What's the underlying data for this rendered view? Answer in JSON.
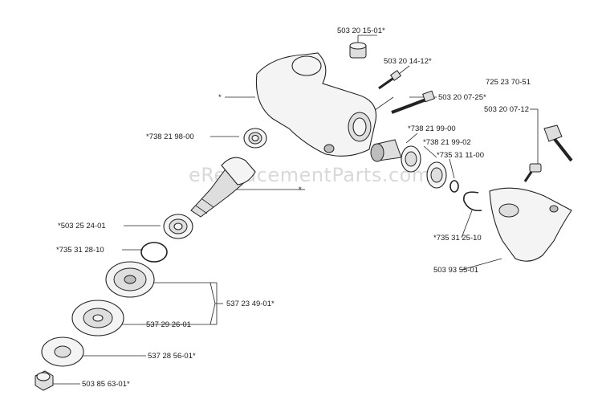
{
  "diagram": {
    "watermark": "eReplacementParts.com",
    "labels": [
      {
        "id": "p1",
        "text": "503 20 15-01*"
      },
      {
        "id": "p2",
        "text": "503 20 14-12*"
      },
      {
        "id": "p3",
        "text": "725 23 70-51"
      },
      {
        "id": "p4",
        "text": "*"
      },
      {
        "id": "p5",
        "text": "503 20 07-25*"
      },
      {
        "id": "p6",
        "text": "503 20 07-12"
      },
      {
        "id": "p7",
        "text": "*738 21 98-00"
      },
      {
        "id": "p8",
        "text": "*738 21 99-00"
      },
      {
        "id": "p9",
        "text": "*738 21 99-02"
      },
      {
        "id": "p10",
        "text": "*735 31 11-00"
      },
      {
        "id": "p11",
        "text": "*"
      },
      {
        "id": "p12",
        "text": "*503 25 24-01"
      },
      {
        "id": "p13",
        "text": "*735 31 28-10"
      },
      {
        "id": "p14",
        "text": "*735 31 25-10"
      },
      {
        "id": "p15",
        "text": "503 93 55-01"
      },
      {
        "id": "p16",
        "text": "537 23 49-01*"
      },
      {
        "id": "p17",
        "text": "537 29 26-01"
      },
      {
        "id": "p18",
        "text": "537 28 56-01*"
      },
      {
        "id": "p19",
        "text": "503 85 63-01*"
      }
    ]
  }
}
